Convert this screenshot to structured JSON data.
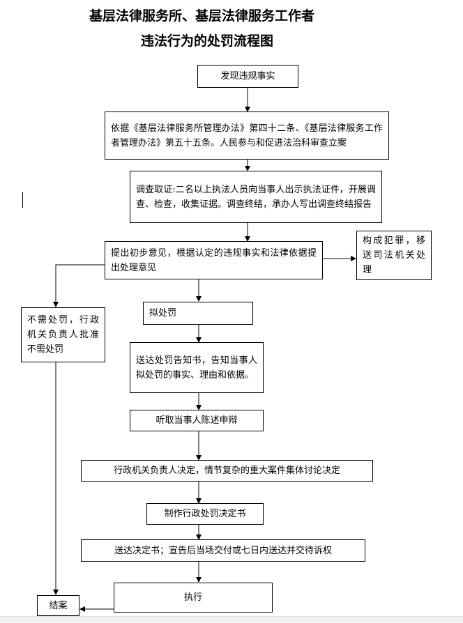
{
  "title": {
    "line1": "基层法律服务所、基层法律服务工作者",
    "line2": "违法行为的处罚流程图"
  },
  "steps": {
    "discover": "发现违规事实",
    "filing": "依据《基层法律服务所管理办法》第四十二条、《基层法律服务工作者管理办法》第五十五条。人民参与和促进法治科审查立案",
    "investigate": "调查取证:二名以上执法人员向当事人出示执法证件，开展调查、检查，收集证据。调查终结，承办人写出调查终结报告",
    "preliminary": "提出初步意见，根据认定的违规事实和法律依据提出处理意见",
    "crime": "构成犯罪，移送司法机关处理",
    "no_penalty": "不需处罚，行政机关负责人批准不需处罚",
    "propose_penalty": "拟处罚",
    "notice": "送达处罚告知书，告知当事人拟处罚的事实、理由和依据。",
    "hearing": "听取当事人陈述申辩",
    "decision": "行政机关负责人决定，情节复杂的重大案件集体讨论决定",
    "make_decision": "制作行政处罚决定书",
    "deliver": "送达决定书；宣告后当场交付或七日内送达并交待诉权",
    "execute": "执行",
    "close": "结案"
  }
}
